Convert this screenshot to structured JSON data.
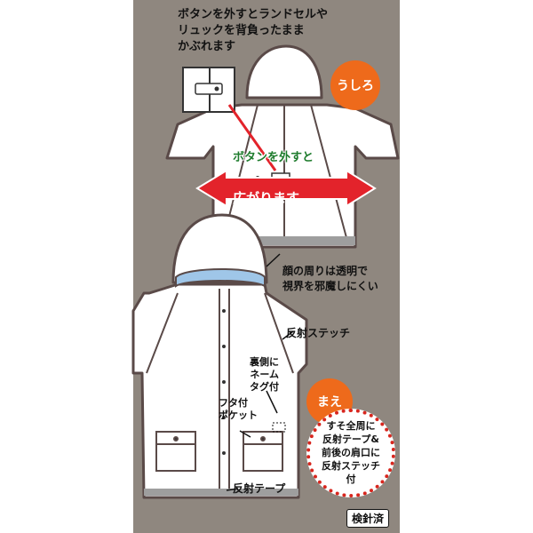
{
  "top_note": [
    "ボタンを外すとランドセルや",
    "リュックを背負ったまま",
    "かぶれます"
  ],
  "back_badge": "うしろ",
  "button_note": "ボタンを外すと",
  "expand_label": "広がります",
  "face_note": [
    "顔の周りは透明で",
    "視界を邪魔しにくい"
  ],
  "reflect_stitch": "反射ステッチ",
  "name_tag": [
    "裏側に",
    "ネーム",
    "タグ付"
  ],
  "front_badge": "まえ",
  "pocket_note": [
    "フタ付",
    "ポケット"
  ],
  "circle_note": [
    "すそ全周に",
    "反射テープ&",
    "前後の肩口に",
    "反射ステッチ",
    "付"
  ],
  "reflect_tape": "反射テープ",
  "inspection": "検針済",
  "colors": {
    "panel": "#8f877f",
    "badge": "#ee6a1b",
    "arrow": "#e3232b",
    "dots": "#d8261e",
    "green_text": "#1d7b2c",
    "visor": "#9fc6e8"
  }
}
